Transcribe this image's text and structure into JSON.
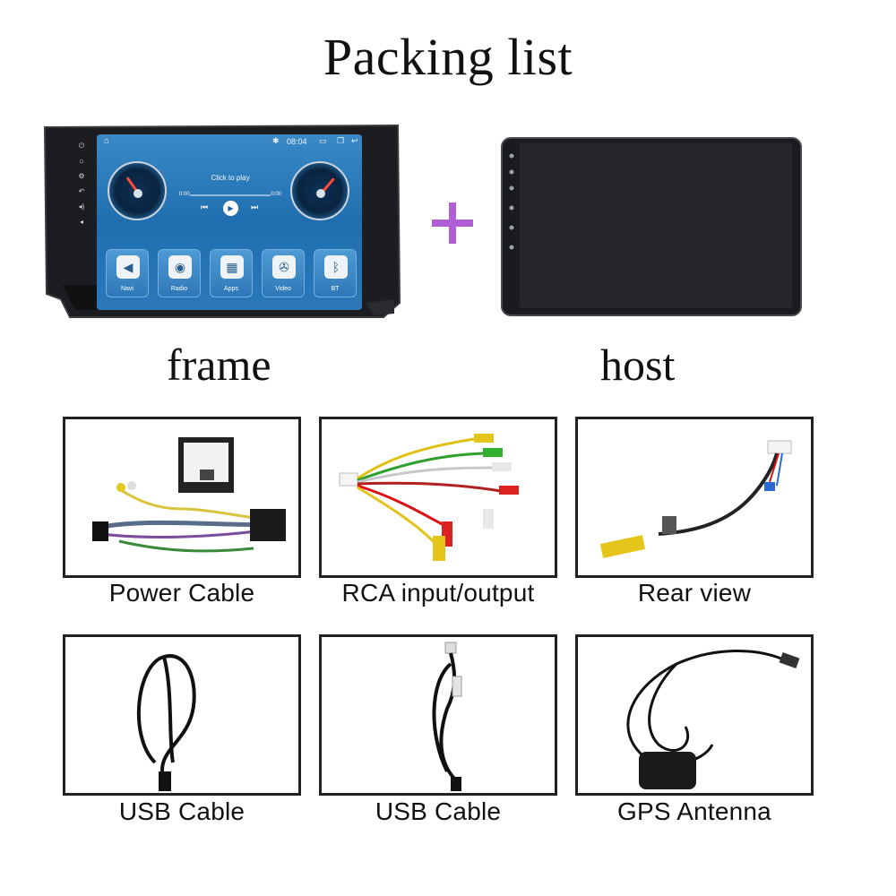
{
  "title": "Packing list",
  "frame_unit": {
    "caption": "frame",
    "status_time": "08:04",
    "media_label": "Click to play",
    "media_time_start": "0:00",
    "media_time_end": "0:00",
    "apps": [
      {
        "name": "Navi",
        "icon": "navigation-arrow-icon"
      },
      {
        "name": "Radio",
        "icon": "radio-dial-icon"
      },
      {
        "name": "Apps",
        "icon": "apps-grid-icon"
      },
      {
        "name": "Video",
        "icon": "film-reel-icon"
      },
      {
        "name": "BT",
        "icon": "bluetooth-icon"
      }
    ]
  },
  "host_unit": {
    "caption": "host"
  },
  "plus_color": "#b05ed6",
  "accessories": [
    {
      "label": "Power Cable"
    },
    {
      "label": "RCA input/output"
    },
    {
      "label": "Rear view"
    },
    {
      "label": "USB Cable"
    },
    {
      "label": "USB Cable"
    },
    {
      "label": "GPS Antenna"
    }
  ]
}
